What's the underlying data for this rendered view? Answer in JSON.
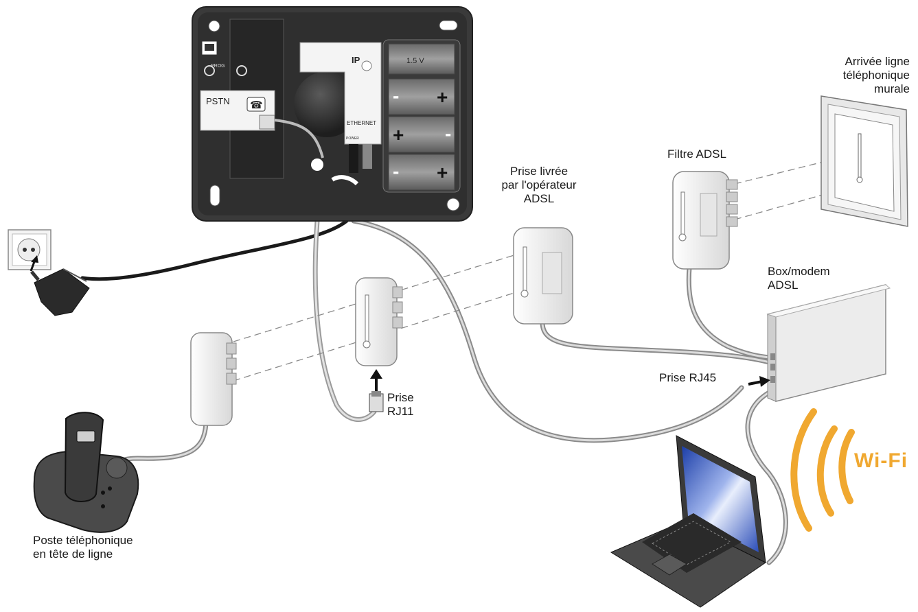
{
  "labels": {
    "wall_line": [
      "Arrivée ligne",
      "téléphonique",
      "murale"
    ],
    "adsl_filter": "Filtre ADSL",
    "operator_socket": [
      "Prise livrée",
      "par l'opérateur",
      "ADSL"
    ],
    "box_modem": [
      "Box/modem",
      "ADSL"
    ],
    "rj45": "Prise RJ45",
    "rj11": [
      "Prise",
      "RJ11"
    ],
    "phone": [
      "Poste téléphonique",
      "en tête de ligne"
    ],
    "wifi": "Wi-Fi"
  },
  "device": {
    "ip": "IP",
    "pstn": "PSTN",
    "ethernet": "ETHERNET",
    "power": "POWER",
    "battery": "1.5 V",
    "prog": "PROG"
  },
  "colors": {
    "wifi": "#f0a830",
    "device_body": "#3a3a3a",
    "cable": "#a8a8a8"
  }
}
